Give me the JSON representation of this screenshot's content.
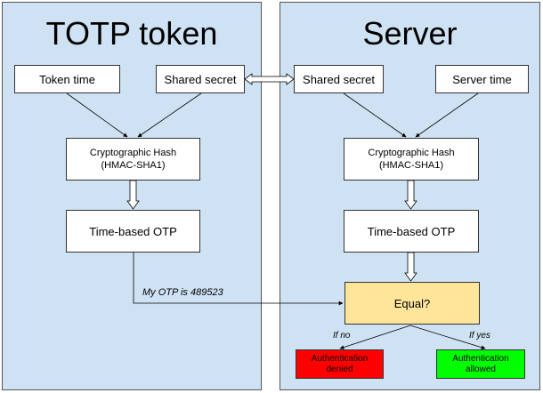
{
  "left_panel": {
    "title": "TOTP token",
    "token_time": "Token time",
    "shared_secret": "Shared secret",
    "hash_line1": "Cryptographic Hash",
    "hash_line2": "(HMAC-SHA1)",
    "otp": "Time-based OTP"
  },
  "right_panel": {
    "title": "Server",
    "shared_secret": "Shared secret",
    "server_time": "Server time",
    "hash_line1": "Cryptographic Hash",
    "hash_line2": "(HMAC-SHA1)",
    "otp": "Time-based OTP",
    "equal": "Equal?",
    "if_no": "If no",
    "if_yes": "If yes",
    "denied_line1": "Authentication",
    "denied_line2": "denied",
    "allowed_line1": "Authentication",
    "allowed_line2": "allowed"
  },
  "message": "My OTP is 489523",
  "colors": {
    "panel_fill": "#cfe2f3",
    "equal_fill": "#ffe599",
    "denied_fill": "#ff0000",
    "allowed_fill": "#00ff00"
  }
}
